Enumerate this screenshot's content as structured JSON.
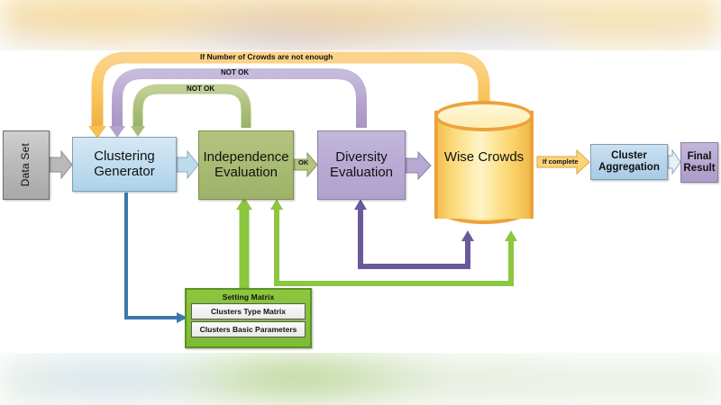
{
  "diagram": {
    "title": "Wise Crowds clustering ensemble flow diagram",
    "nodes": {
      "data_set": "Data Set",
      "clustering_generator_line1": "Clustering",
      "clustering_generator_line2": "Generator",
      "independence_evaluation_line1": "Independence",
      "independence_evaluation_line2": "Evaluation",
      "diversity_evaluation_line1": "Diversity",
      "diversity_evaluation_line2": "Evaluation",
      "wise_crowds_line1": "Wise",
      "wise_crowds_line2": "Crowds",
      "cluster_aggregation_line1": "Cluster",
      "cluster_aggregation_line2": "Aggregation",
      "final_result_line1": "Final",
      "final_result_line2": "Result"
    },
    "setting_matrix": {
      "title": "Setting Matrix",
      "rows": [
        "Clusters Type Matrix",
        "Clusters Basic Parameters"
      ]
    },
    "edge_labels": {
      "ok": "OK",
      "not_ok_independence": "NOT OK",
      "not_ok_diversity": "NOT OK",
      "crowds_not_enough": "If Number of Crowds are not enough",
      "if_complete": "If complete"
    },
    "colors": {
      "dataset_gray": "#b7b7b7",
      "clustering_blue": "#bedbee",
      "independence_green": "#a8ba72",
      "diversity_purple": "#b7a9d2",
      "wise_crowds_yellow": "#fbd978",
      "wise_crowds_border": "#eda23a",
      "aggregation_blue": "#b5d3e9",
      "final_result_purple": "#b4a6d0",
      "setting_matrix_green": "#8dc63f",
      "loop_orange": "#f9c45c",
      "loop_purple": "#b3a3cd",
      "loop_green": "#a9bd78",
      "feedback_green": "#8dc63f",
      "feedback_purple": "#6a5a9b",
      "setting_link_blue": "#3d78ab"
    }
  }
}
